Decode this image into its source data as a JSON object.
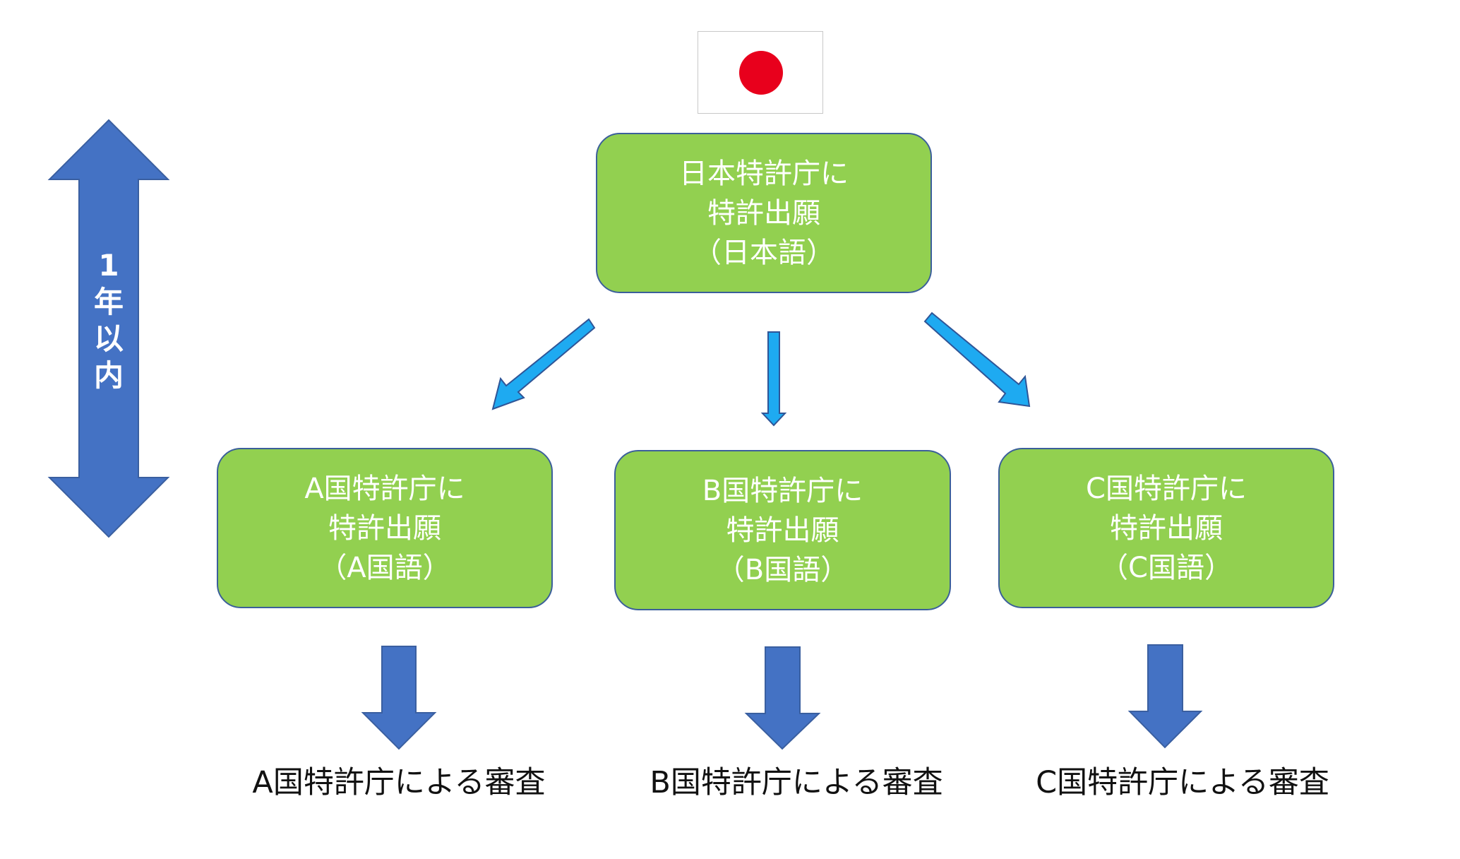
{
  "colors": {
    "box_fill": "#92d050",
    "box_border": "#3b5f9a",
    "box_text": "#ffffff",
    "small_arrow": "#1eaaf1",
    "big_arrow": "#4472c4",
    "flag_sun": "#e8001c"
  },
  "flag": {
    "country": "Japan"
  },
  "timeline": {
    "label_chars": [
      "1",
      "年",
      "以",
      "内"
    ]
  },
  "boxes": {
    "japan": {
      "lines": [
        "日本特許庁に",
        "特許出願",
        "（日本語）"
      ]
    },
    "a": {
      "lines": [
        "A国特許庁に",
        "特許出願",
        "（A国語）"
      ]
    },
    "b": {
      "lines": [
        "B国特許庁に",
        "特許出願",
        "（B国語）"
      ]
    },
    "c": {
      "lines": [
        "C国特許庁に",
        "特許出願",
        "（C国語）"
      ]
    }
  },
  "results": {
    "a": "A国特許庁による審査",
    "b": "B国特許庁による審査",
    "c": "C国特許庁による審査"
  }
}
